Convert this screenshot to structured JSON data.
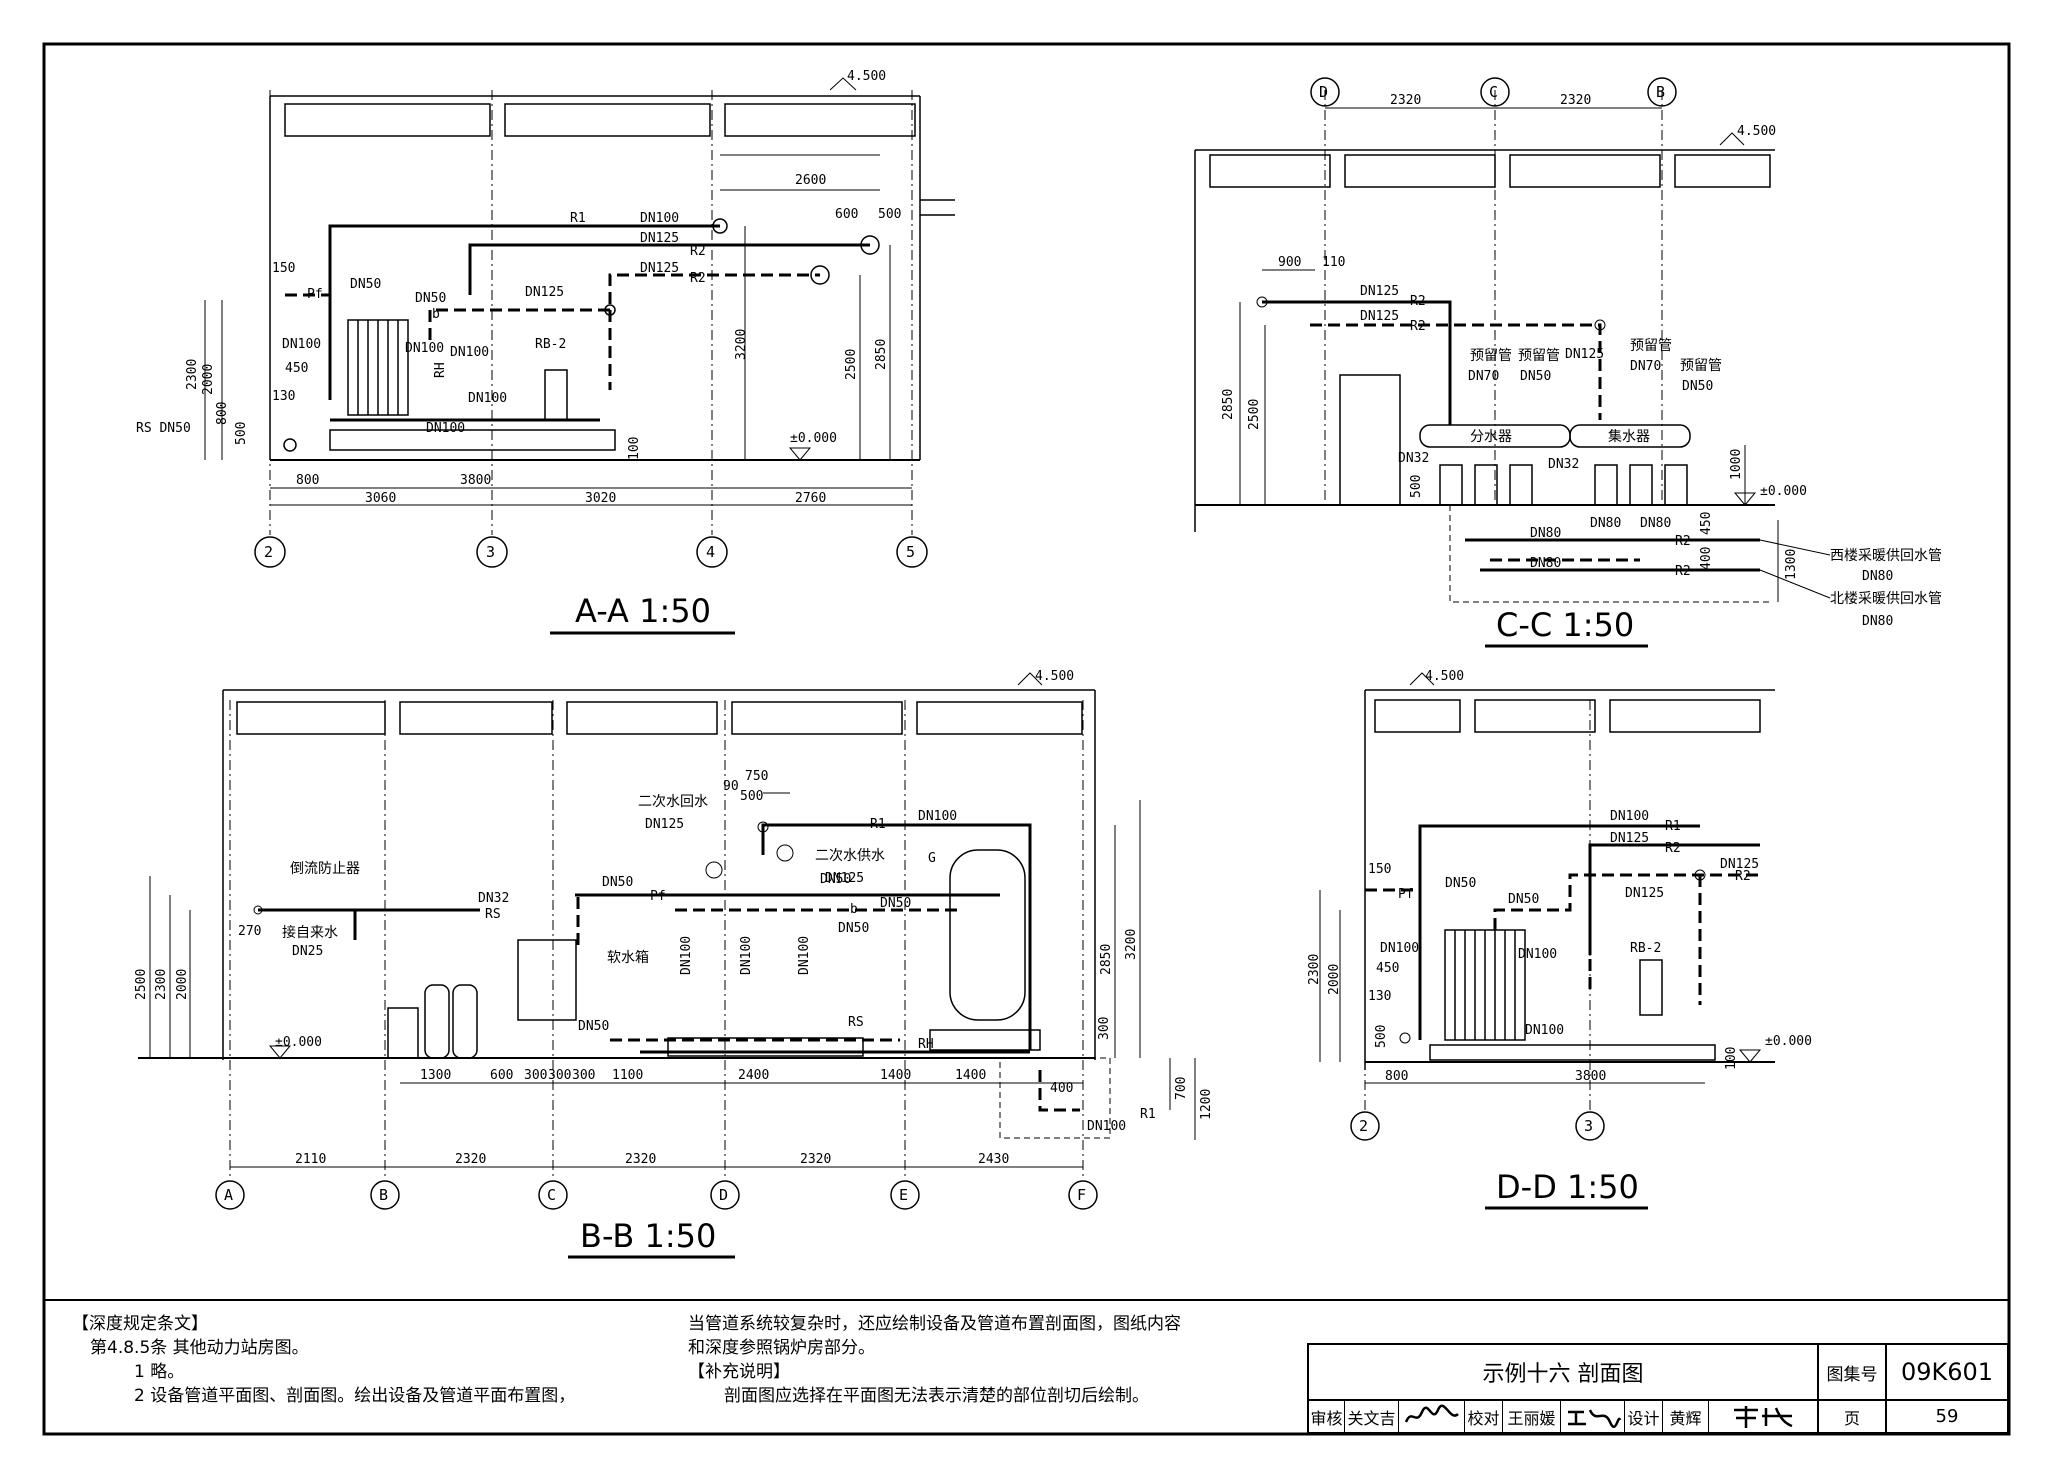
{
  "sections": {
    "aa": {
      "title": "A-A 1:50",
      "elevation": "4.500",
      "zero": "±0.000",
      "dims_bottom": [
        "800",
        "3800",
        "3060",
        "3020",
        "2760"
      ],
      "dims_top": [
        "2600",
        "600",
        "500"
      ],
      "dims_left": [
        "2300",
        "2000",
        "800",
        "500",
        "150",
        "450",
        "130"
      ],
      "dims_right": [
        "3200",
        "2500",
        "2850",
        "100"
      ],
      "grid": [
        "2",
        "3",
        "4",
        "5"
      ],
      "pipe_labels": [
        "R1",
        "DN100",
        "DN125",
        "R2",
        "DN125",
        "R2",
        "DN50",
        "DN50",
        "DN125",
        "Pf",
        "b",
        "DN100",
        "DN100",
        "DN100",
        "RB-2",
        "RH",
        "DN100",
        "DN100",
        "RS DN50"
      ]
    },
    "cc": {
      "title": "C-C 1:50",
      "elevation": "4.500",
      "zero": "±0.000",
      "dims_top": [
        "2320",
        "2320"
      ],
      "dims_left": [
        "900",
        "110",
        "2850",
        "2500",
        "500"
      ],
      "dims_right": [
        "1000",
        "450",
        "400",
        "1300"
      ],
      "grid": [
        "D",
        "C",
        "B"
      ],
      "pipe_labels": [
        "DN125",
        "R2",
        "DN125",
        "R2",
        "预留管",
        "预留管",
        "DN70",
        "DN50",
        "DN125",
        "预留管",
        "预留管",
        "DN70",
        "DN50",
        "分水器",
        "集水器",
        "DN32",
        "DN32",
        "DN80",
        "DN80",
        "DN80",
        "R2",
        "DN80",
        "R2",
        "DN80",
        "DN80"
      ],
      "notes": [
        "西楼采暖供回水管",
        "北楼采暖供回水管"
      ]
    },
    "bb": {
      "title": "B-B 1:50",
      "elevation": "4.500",
      "zero": "±0.000",
      "dims_bottom_inner": [
        "1300",
        "600",
        "300",
        "300",
        "300",
        "1100",
        "2400",
        "1400",
        "1400"
      ],
      "dims_bottom": [
        "2110",
        "2320",
        "2320",
        "2320",
        "2430"
      ],
      "dims_left": [
        "2500",
        "2300",
        "2000",
        "270"
      ],
      "dims_right": [
        "2850",
        "3200",
        "300",
        "700",
        "1200",
        "400"
      ],
      "dims_top": [
        "90",
        "750",
        "500"
      ],
      "grid": [
        "A",
        "B",
        "C",
        "D",
        "E",
        "F"
      ],
      "pipe_labels": [
        "倒流防止器",
        "接自来水",
        "DN25",
        "DN32",
        "RS",
        "DN50",
        "Pf",
        "DN50",
        "b",
        "DN50",
        "DN50",
        "RS",
        "RH",
        "DN100",
        "R1",
        "DN125",
        "二次水回水",
        "DN125",
        "二次水供水",
        "R1",
        "DN100",
        "软水箱",
        "DN50",
        "DN100",
        "DN100",
        "DN100",
        "G"
      ]
    },
    "dd": {
      "title": "D-D 1:50",
      "elevation": "4.500",
      "zero": "±0.000",
      "dims_bottom": [
        "800",
        "3800"
      ],
      "dims_left": [
        "2300",
        "2000",
        "500",
        "450",
        "130",
        "150"
      ],
      "grid": [
        "2",
        "3"
      ],
      "pipe_labels": [
        "DN100",
        "R1",
        "DN125",
        "R2",
        "DN125",
        "R2",
        "DN50",
        "Pf",
        "DN50",
        "DN125",
        "DN100",
        "RB-2",
        "DN100",
        "DN100",
        "100"
      ]
    }
  },
  "notes": {
    "left": {
      "heading": "【深度规定条文】",
      "clause": "第4.8.5条   其他动力站房图。",
      "item1": "1 略。",
      "item2": "2 设备管道平面图、剖面图。绘出设备及管道平面布置图，"
    },
    "right": {
      "line1": "当管道系统较复杂时，还应绘制设备及管道布置剖面图，图纸内容",
      "line2": "和深度参照锅炉房部分。",
      "heading": "【补充说明】",
      "line3": "剖面图应选择在平面图无法表示清楚的部位剖切后绘制。"
    }
  },
  "title_block": {
    "drawing_title": "示例十六  剖面图",
    "atlas_label": "图集号",
    "atlas_no": "09K601",
    "page_label": "页",
    "page_no": "59",
    "review_label": "审核",
    "reviewer": "关文吉",
    "check_label": "校对",
    "checker": "王丽媛",
    "design_label": "设计",
    "designer": "黄辉"
  }
}
